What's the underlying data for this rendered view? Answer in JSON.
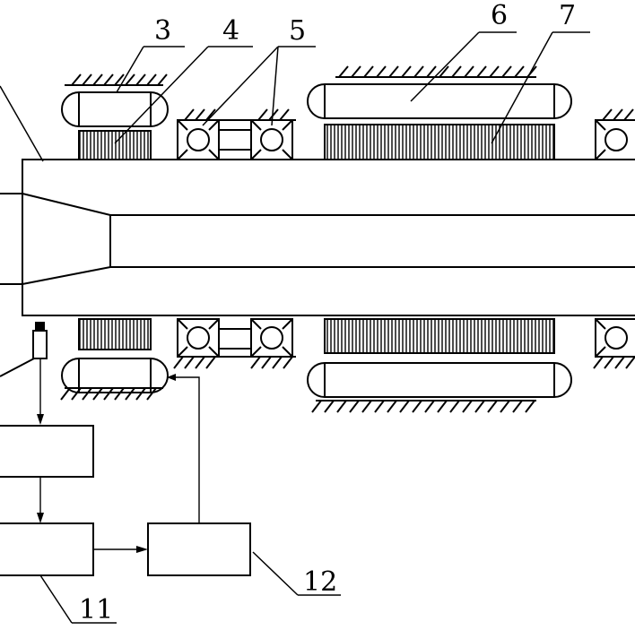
{
  "labels": {
    "part_3": "3",
    "part_4": "4",
    "part_5": "5",
    "part_6": "6",
    "part_7": "7",
    "part_11": "11",
    "part_12": "12"
  },
  "colors": {
    "line": "#000000",
    "background": "#ffffff"
  }
}
